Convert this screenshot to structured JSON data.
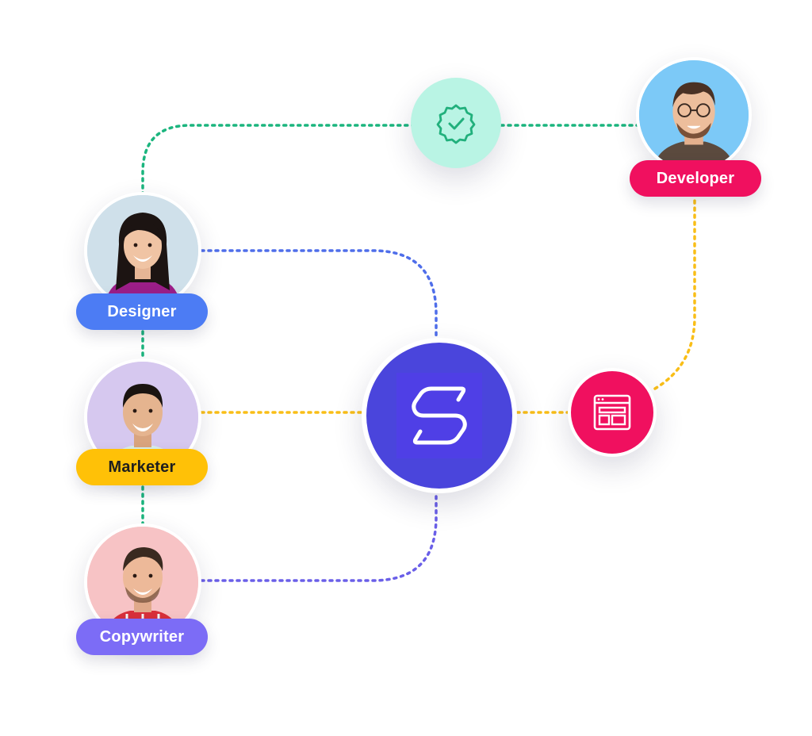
{
  "roles": {
    "developer": "Developer",
    "designer": "Designer",
    "marketer": "Marketer",
    "copywriter": "Copywriter"
  },
  "colors": {
    "developer": "#F0105F",
    "designer": "#4C7CF4",
    "marketer": "#FFC107",
    "copywriter": "#7C6CF6",
    "hub": "#4A45DC",
    "green_line": "#1BB57E",
    "blue_line": "#4F6EEA",
    "yellow_line": "#F9BE17",
    "purple_line": "#6A5FE8",
    "verified_node_bg": "#B9F4E4"
  },
  "icons": {
    "hub": "s-logo-icon",
    "verified": "verified-badge-icon",
    "layout": "window-layout-icon"
  }
}
